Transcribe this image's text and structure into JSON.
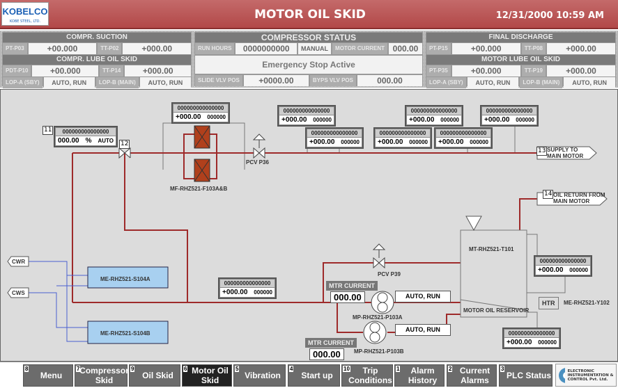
{
  "header": {
    "logo": "KOBELCO",
    "logo_sub": "KOBE STEEL, LTD.",
    "title": "MOTOR OIL SKID",
    "datetime": "12/31/2000 10:59 AM"
  },
  "suction": {
    "title": "COMPR. SUCTION",
    "pt_label": "PT-P03",
    "pt_value": "+00.000",
    "tt_label": "TT-P02",
    "tt_value": "+000.00"
  },
  "lube": {
    "title": "COMPR. LUBE OIL SKID",
    "pdt_label": "PDT-P10",
    "pdt_value": "+00.000",
    "tt_label": "TT-P14",
    "tt_value": "+000.00",
    "lopa_label": "LOP-A (SBY)",
    "lopa_value": "AUTO, RUN",
    "lopb_label": "LOP-B (MAIN)",
    "lopb_value": "AUTO, RUN"
  },
  "status": {
    "title": "COMPRESSOR STATUS",
    "run_hours_label": "RUN HOURS",
    "run_hours": "0000000000",
    "mode": "MANUAL",
    "motor_current_label": "MOTOR CURRENT",
    "motor_current": "000.00",
    "message": "Emergency Stop Active",
    "slide_label": "SLIDE VLV POS",
    "slide_value": "+0000.00",
    "byps_label": "BYPS VLV POS",
    "byps_value": "000.00"
  },
  "discharge": {
    "title": "FINAL DISCHARGE",
    "pt_label": "PT-P15",
    "pt_value": "+00.000",
    "tt_label": "TT-P08",
    "tt_value": "+000.00"
  },
  "motor_lube": {
    "title": "MOTOR LUBE OIL SKID",
    "pt_label": "PT-P35",
    "pt_value": "+00.000",
    "tt_label": "TT-P19",
    "tt_value": "+000.00",
    "lopa_label": "LOP-A (SBY)",
    "lopa_value": "AUTO, RUN",
    "lopb_label": "LOP-B (MAIN)",
    "lopb_value": "AUTO, RUN"
  },
  "instruments": [
    {
      "tag": "000000000000000",
      "value": "+000.00",
      "unit": "000000"
    },
    {
      "tag": "000000000000000",
      "value": "+000.00",
      "unit": "000000"
    },
    {
      "tag": "000000000000000",
      "value": "+000.00",
      "unit": "000000"
    },
    {
      "tag": "000000000000000",
      "value": "+000.00",
      "unit": "000000"
    },
    {
      "tag": "000000000000000",
      "value": "+000.00",
      "unit": "000000"
    },
    {
      "tag": "000000000000000",
      "value": "+000.00",
      "unit": "000000"
    },
    {
      "tag": "000000000000000",
      "value": "+000.00",
      "unit": "000000"
    },
    {
      "tag": "000000000000000",
      "value": "+000.00",
      "unit": "000000"
    },
    {
      "tag": "000000000000000",
      "value": "+000.00",
      "unit": "000000"
    },
    {
      "tag": "000000000000000",
      "value": "+000.00",
      "unit": "000000"
    }
  ],
  "controller": {
    "num": "11",
    "tag": "000000000000000",
    "value": "000.00",
    "unit": "%",
    "mode": "AUTO"
  },
  "labels": {
    "valve12": "12",
    "filter": "MF-RHZ521-F103A&B",
    "pcv36": "PCV P36",
    "supply_num": "13",
    "supply": "SUPPLY TO MAIN MOTOR",
    "return_num": "14",
    "return": "OIL RETURN FROM MAIN MOTOR",
    "tank": "MT-RHZ521-T101",
    "reservoir": "MOTOR OIL RESERVOIR",
    "htr": "HTR",
    "heater": "ME-RHZ521-Y102",
    "pcv39": "PCV P39",
    "pump_a": "MP-RHZ521-P103A",
    "pump_b": "MP-RHZ521-P103B",
    "hx_a": "ME-RHZ521-S104A",
    "hx_b": "ME-RHZ521-S104B",
    "cwr": "CWR",
    "cws": "CWS",
    "mtr_current": "MTR CURRENT",
    "mtr_a": "000.00",
    "mtr_b": "000.00",
    "pump_a_status": "AUTO, RUN",
    "pump_b_status": "AUTO, RUN"
  },
  "nav": [
    {
      "num": "8",
      "label": "Menu"
    },
    {
      "num": "7",
      "label": "Compressor Skid"
    },
    {
      "num": "9",
      "label": "Oil Skid"
    },
    {
      "num": "6",
      "label": "Motor Oil Skid",
      "active": true
    },
    {
      "num": "5",
      "label": "Vibration"
    },
    {
      "num": "4",
      "label": "Start up"
    },
    {
      "num": "10",
      "label": "Trip Conditions"
    },
    {
      "num": "1",
      "label": "Alarm History"
    },
    {
      "num": "2",
      "label": "Current Alarms"
    },
    {
      "num": "3",
      "label": "PLC Status"
    }
  ],
  "footer_logo": "ELECTRONIC INSTRUMENTATION & CONTROL Pvt. Ltd.",
  "colors": {
    "header": "#b94a4a",
    "pipe": "#9e2a2a",
    "water": "#4a5fd0",
    "hx": "#a8d0f0",
    "filter": "#b0401c"
  }
}
